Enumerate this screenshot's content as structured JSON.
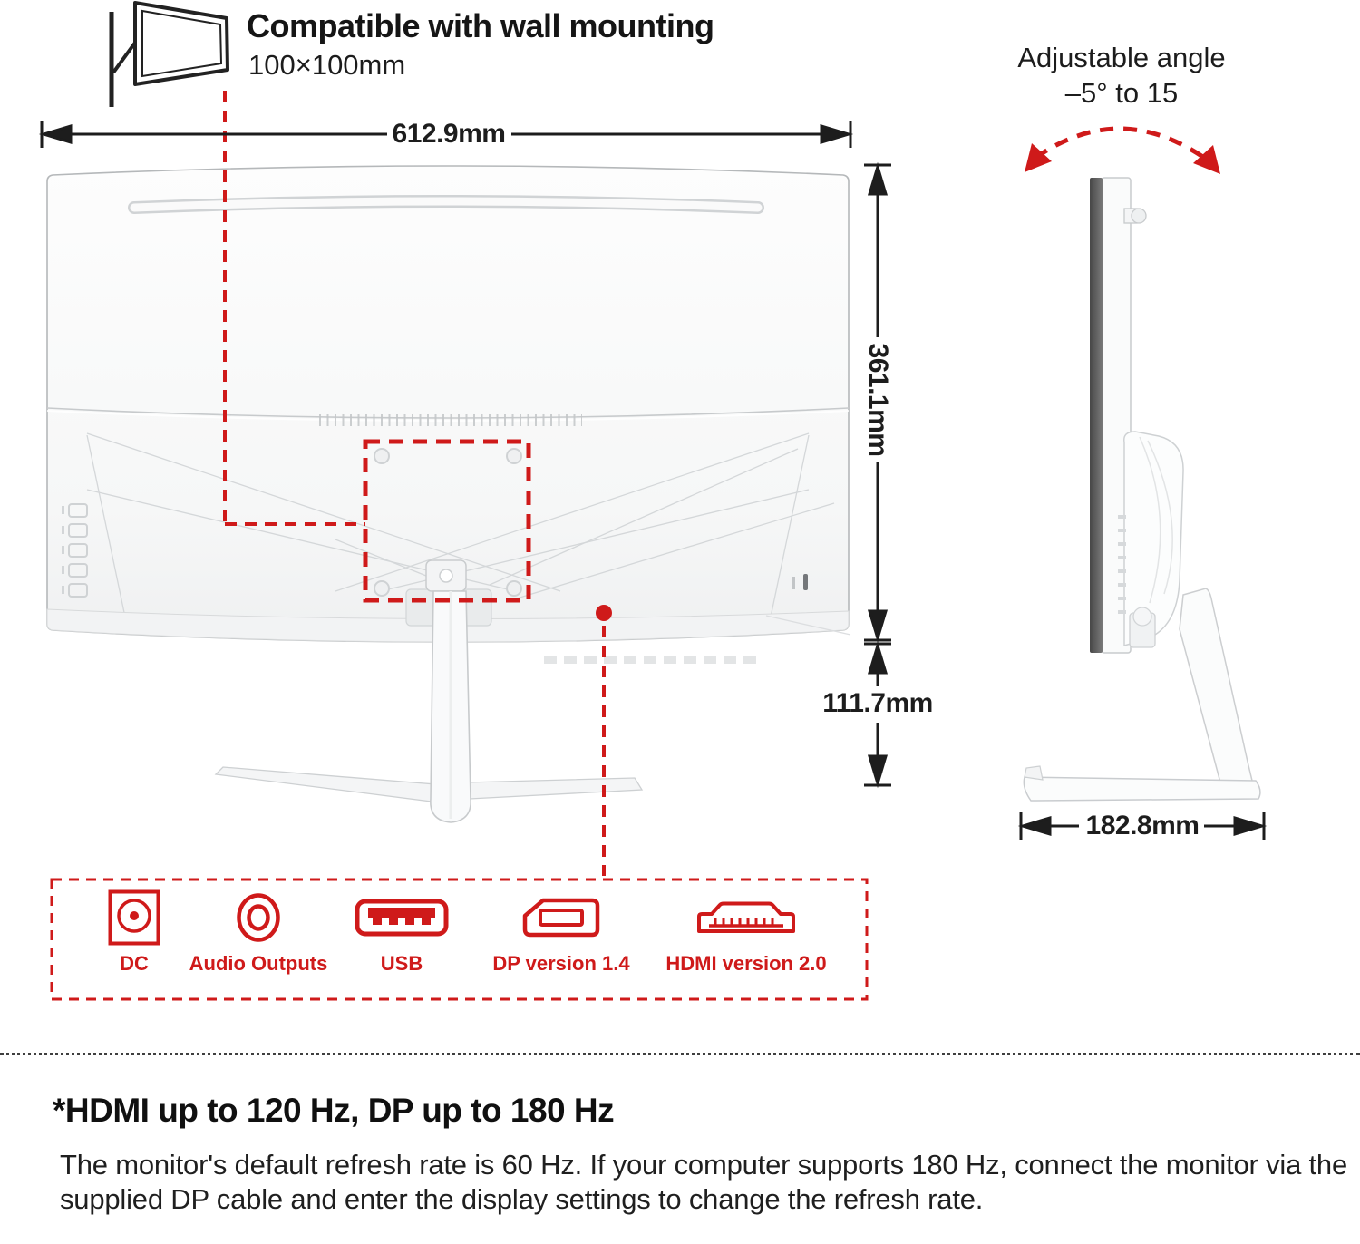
{
  "wall_mount": {
    "title": "Compatible with wall mounting",
    "size": "100×100mm"
  },
  "angle": {
    "line1": "Adjustable angle",
    "line2": "–5° to 15"
  },
  "dimensions": {
    "width": "612.9mm",
    "height": "361.1mm",
    "stand_height": "111.7mm",
    "base_depth": "182.8mm"
  },
  "ports": {
    "items": [
      {
        "label": "DC"
      },
      {
        "label": "Audio Outputs"
      },
      {
        "label": "USB"
      },
      {
        "label": "DP version 1.4"
      },
      {
        "label": "HDMI version 2.0"
      }
    ]
  },
  "footnote": {
    "heading": "*HDMI up to 120 Hz, DP up to 180 Hz",
    "body": "The monitor's default refresh rate is 60 Hz. If your computer supports 180 Hz, connect the monitor via the supplied DP cable and enter the display settings to change the refresh rate."
  },
  "colors": {
    "accent_red": "#cf1a1a",
    "line_black": "#1d1d1d"
  }
}
